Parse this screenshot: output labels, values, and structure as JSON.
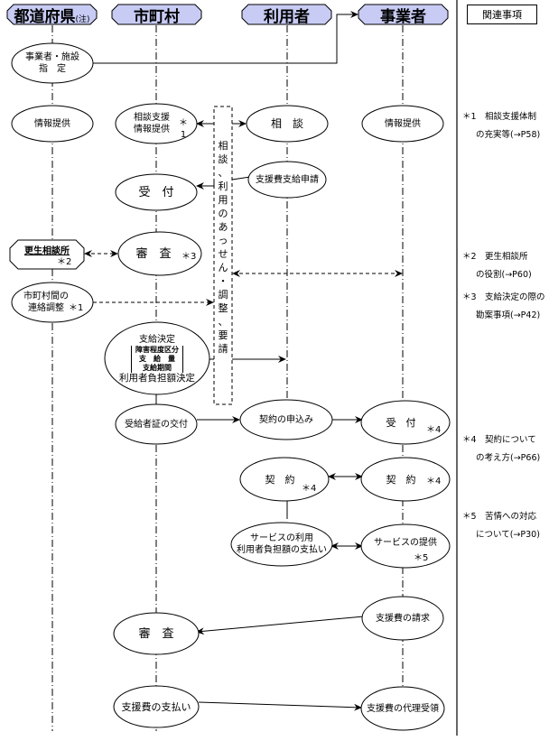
{
  "colors": {
    "header_fill": "#c8ccf4",
    "line": "#000000",
    "background": "#ffffff"
  },
  "lanes": [
    {
      "label": "都道府県",
      "suffix": "(注)"
    },
    {
      "label": "市町村",
      "suffix": ""
    },
    {
      "label": "利用者",
      "suffix": ""
    },
    {
      "label": "事業者",
      "suffix": ""
    }
  ],
  "related_header": "関連事項",
  "nodes": {
    "designation": [
      "事業者・施設",
      "指　定"
    ],
    "pref_info": "情報提供",
    "muni_info": [
      "相談支援",
      "情報提供"
    ],
    "muni_info_ref": "＊1",
    "user_consult": "相　談",
    "provider_info": "情報提供",
    "user_apply": "支援費支給申請",
    "muni_accept": "受　付",
    "rehab_center": "更生相談所",
    "rehab_center_ref": "＊2",
    "muni_review": "審　査",
    "muni_review_ref": "＊3",
    "inter_muni": [
      "市町村間の",
      "連絡調整"
    ],
    "inter_muni_ref": "＊1",
    "decision": {
      "title": "支給決定",
      "items": [
        "障害程度区分",
        "支　給　量",
        "支給期間"
      ],
      "footer": "利用者負担額決定"
    },
    "cert_issue": "受給者証の交付",
    "contract_apply": "契約の申込み",
    "provider_accept": "受　付",
    "provider_accept_ref": "＊4",
    "user_contract": "契　約",
    "user_contract_ref": "＊4",
    "provider_contract": "契　約",
    "provider_contract_ref": "＊4",
    "service_use": [
      "サービスの利用",
      "利用者負担額の支払い"
    ],
    "service_provide": "サービスの提供",
    "service_provide_ref": "＊5",
    "fee_claim": "支援費の請求",
    "muni_review2": "審　査",
    "fee_payment": "支援費の支払い",
    "proxy_receipt": "支援費の代理受領"
  },
  "mediation_box": [
    "相",
    "談",
    "、",
    "利",
    "用",
    "の",
    "あ",
    "っ",
    "せ",
    "ん",
    "・",
    "調",
    "整",
    "、",
    "要",
    "請"
  ],
  "notes": [
    {
      "line1": "＊1　相談支援体制",
      "line2": "の充実等(→P58)"
    },
    {
      "line1": "＊2　更生相談所",
      "line2": "の役割(→P60)"
    },
    {
      "line1": "＊3　支給決定の際の",
      "line2": "勘案事項(→P42)"
    },
    {
      "line1": "＊4　契約について",
      "line2": "の考え方(→P66)"
    },
    {
      "line1": "＊5　苦情への対応",
      "line2": "について(→P30)"
    }
  ]
}
